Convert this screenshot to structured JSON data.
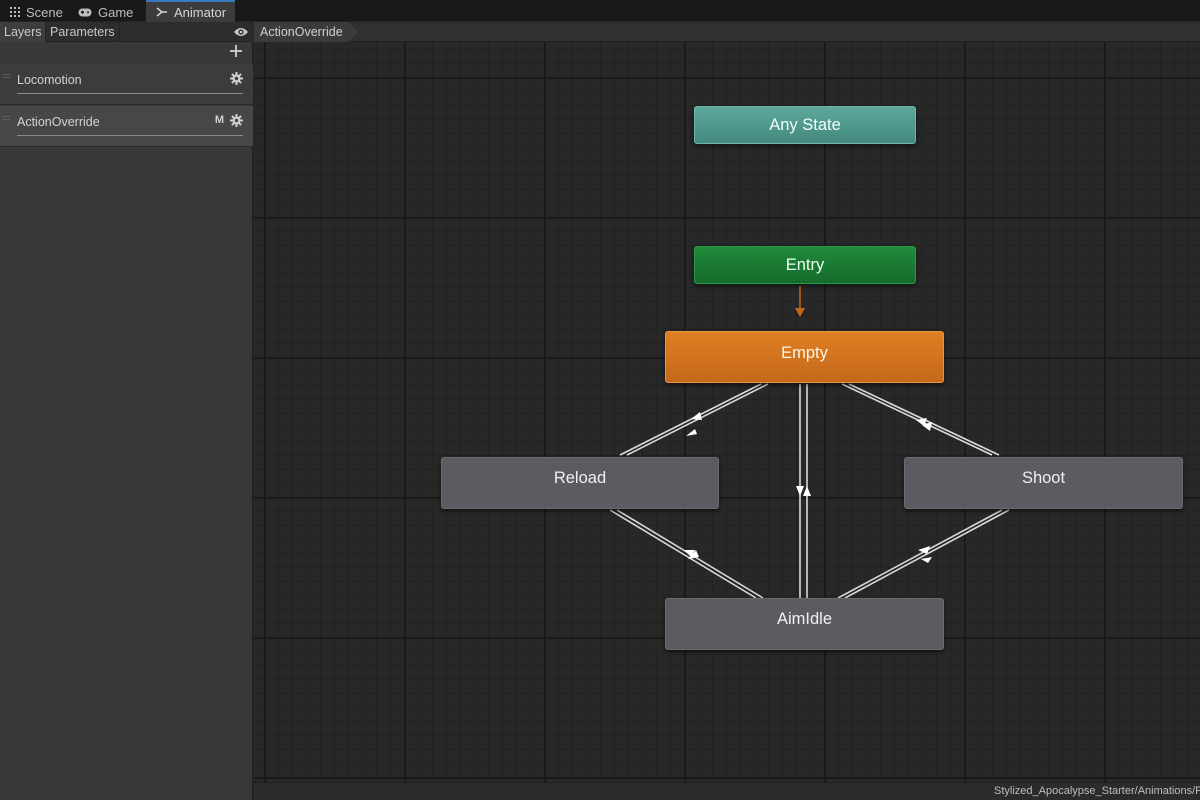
{
  "window_tabs": [
    {
      "label": "Scene",
      "icon": "grid-icon"
    },
    {
      "label": "Game",
      "icon": "gamepad-icon"
    },
    {
      "label": "Animator",
      "icon": "animator-icon",
      "active": true
    }
  ],
  "panel": {
    "tabs": [
      {
        "label": "Layers",
        "active": true
      },
      {
        "label": "Parameters",
        "active": false
      }
    ],
    "eye_icon": "eye-icon",
    "add_icon": "plus-icon",
    "layers": [
      {
        "name": "Locomotion",
        "badge": "",
        "selected": false
      },
      {
        "name": "ActionOverride",
        "badge": "M",
        "selected": true
      }
    ]
  },
  "breadcrumb": {
    "current": "ActionOverride"
  },
  "graph": {
    "nodes": {
      "any_state": "Any State",
      "entry": "Entry",
      "empty": "Empty",
      "reload": "Reload",
      "shoot": "Shoot",
      "aim_idle": "AimIdle"
    },
    "colors": {
      "any_state": "#5ea89c",
      "entry": "#1f8a3a",
      "default_state": "#e07f24",
      "state": "#5b5c61",
      "transition": "#d9d9d9",
      "entry_transition": "#c06a18"
    }
  },
  "status": {
    "path": "Stylized_Apocalypse_Starter/Animations/PS"
  }
}
